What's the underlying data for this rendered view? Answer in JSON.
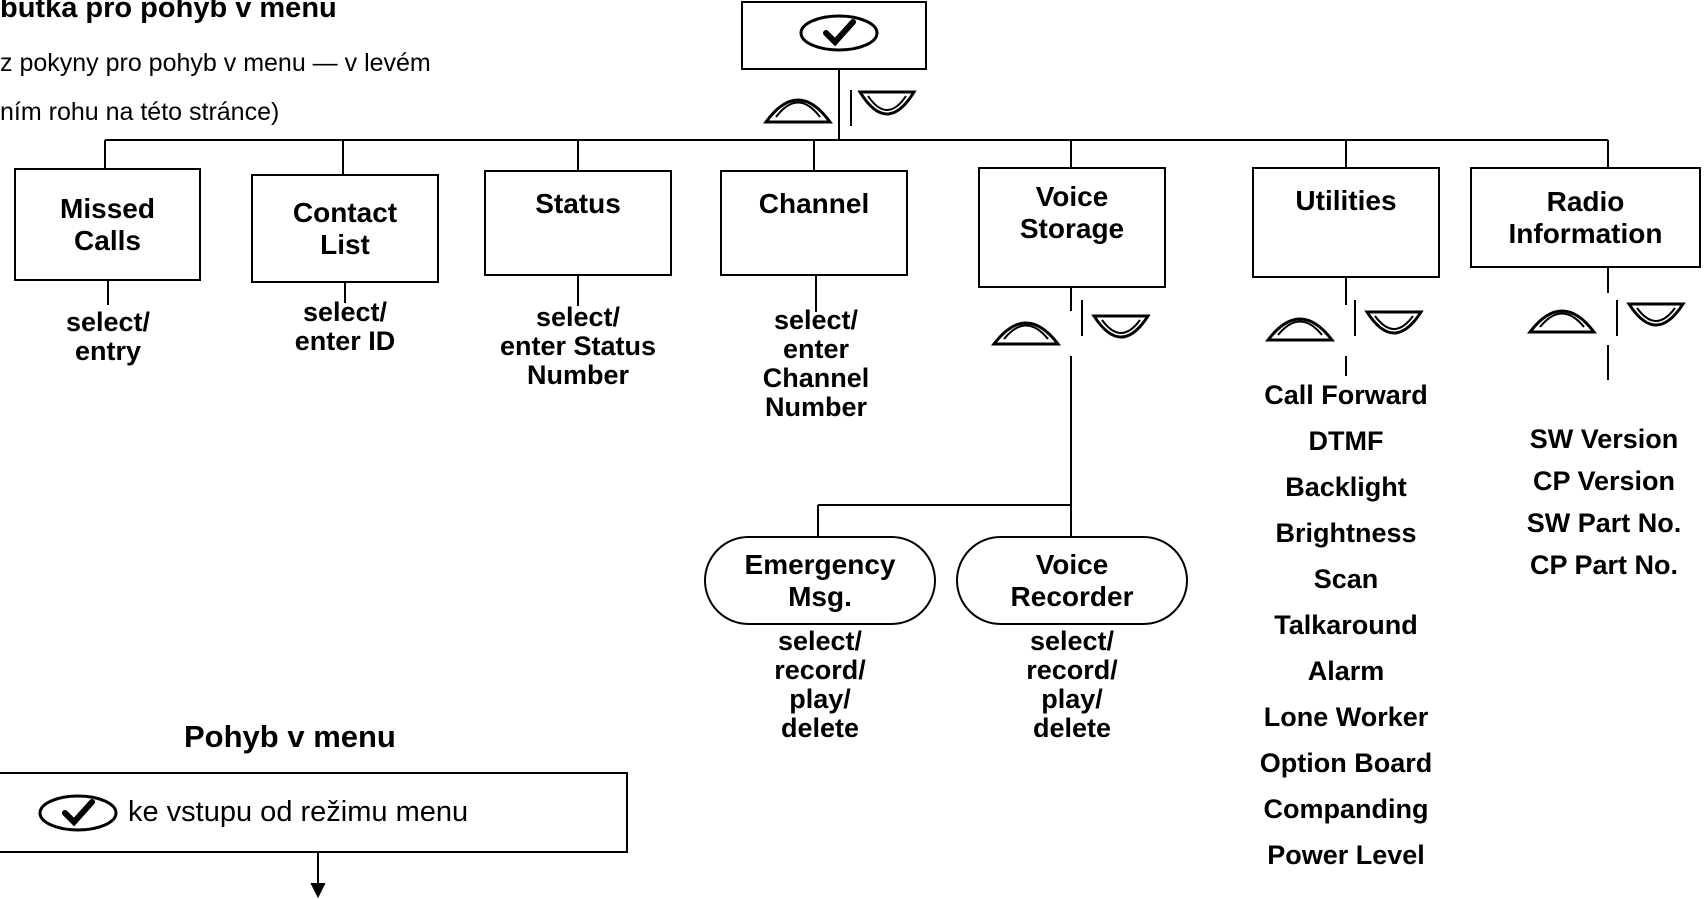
{
  "header": {
    "title": "butka pro pohyb v menu",
    "note_line1": "z pokyny pro pohyb v menu — v levém",
    "note_line2": "ním rohu na této stránce)"
  },
  "root": {
    "icon": "check-oval-icon",
    "nav_icons": [
      "up-arrow-oval-icon",
      "down-arrow-oval-icon"
    ]
  },
  "menus": [
    {
      "key": "missed-calls",
      "label": "Missed\nCalls",
      "action": "select/\nentry"
    },
    {
      "key": "contact-list",
      "label": "Contact\nList",
      "action": "select/\nenter ID"
    },
    {
      "key": "status",
      "label": "Status",
      "action": "select/\nenter Status\nNumber"
    },
    {
      "key": "channel",
      "label": "Channel",
      "action": "select/\nenter\nChannel\nNumber"
    },
    {
      "key": "voice-storage",
      "label": "Voice\nStorage"
    },
    {
      "key": "utilities",
      "label": "Utilities"
    },
    {
      "key": "radio-information",
      "label": "Radio\nInformation"
    }
  ],
  "voice_storage_children": [
    {
      "key": "emergency-msg",
      "label": "Emergency\nMsg.",
      "action": "select/\nrecord/\nplay/\ndelete"
    },
    {
      "key": "voice-recorder",
      "label": "Voice\nRecorder",
      "action": "select/\nrecord/\nplay/\ndelete"
    }
  ],
  "utilities_items": [
    "Call Forward",
    "DTMF",
    "Backlight",
    "Brightness",
    "Scan",
    "Talkaround",
    "Alarm",
    "Lone Worker",
    "Option Board",
    "Companding",
    "Power Level"
  ],
  "radio_info_items": [
    "SW Version",
    "CP Version",
    "SW Part No.",
    "CP Part No."
  ],
  "legend": {
    "title": "Pohyb v menu",
    "text": "ke vstupu od režimu menu",
    "icon": "check-oval-icon"
  }
}
